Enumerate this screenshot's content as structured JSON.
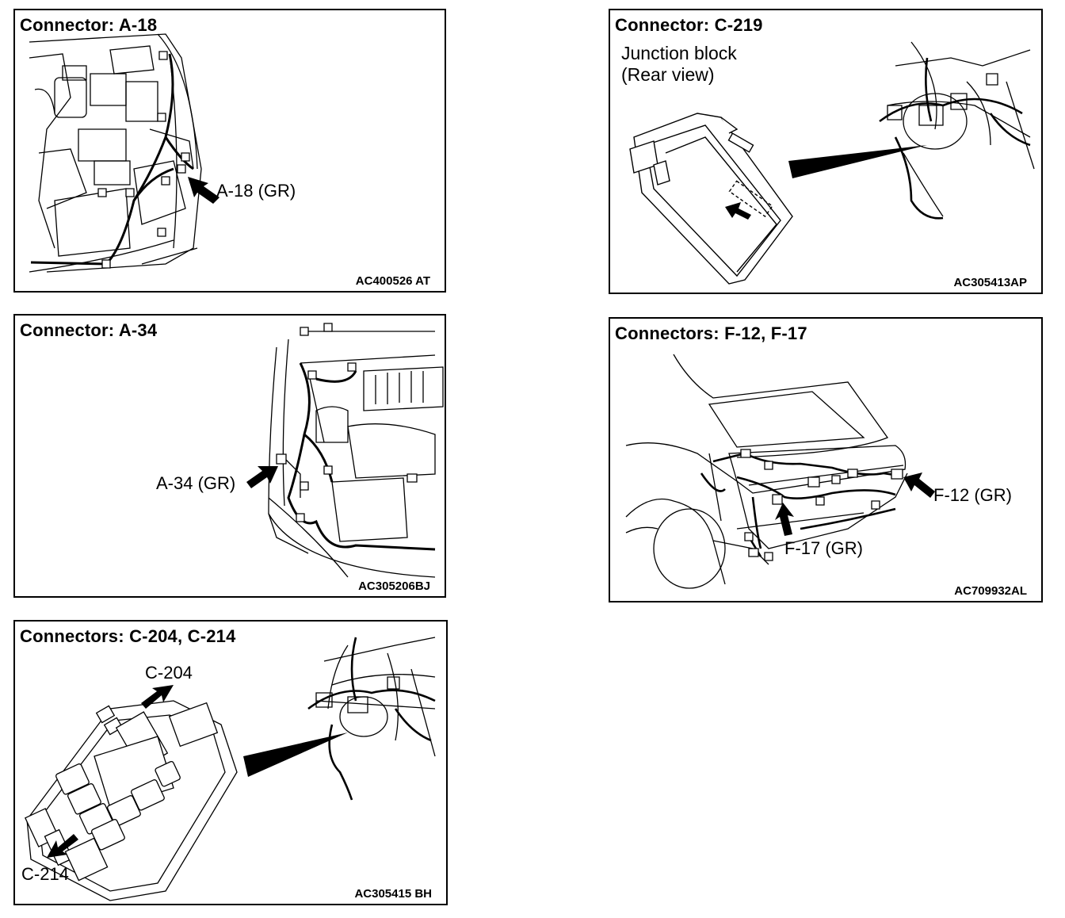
{
  "panels": {
    "a18": {
      "title": "Connector: A-18",
      "code": "AC400526 AT",
      "labels": {
        "a18": "A-18 (GR)"
      }
    },
    "c219": {
      "title": "Connector: C-219",
      "code": "AC305413AP",
      "subtitle_line1": "Junction block",
      "subtitle_line2": "(Rear view)"
    },
    "a34": {
      "title": "Connector: A-34",
      "code": "AC305206BJ",
      "labels": {
        "a34": "A-34 (GR)"
      }
    },
    "f12": {
      "title": "Connectors: F-12, F-17",
      "code": "AC709932AL",
      "labels": {
        "f12": "F-12 (GR)",
        "f17": "F-17 (GR)"
      }
    },
    "c204": {
      "title": "Connectors: C-204, C-214",
      "code": "AC305415 BH",
      "labels": {
        "c204": "C-204",
        "c214": "C-214"
      }
    }
  }
}
